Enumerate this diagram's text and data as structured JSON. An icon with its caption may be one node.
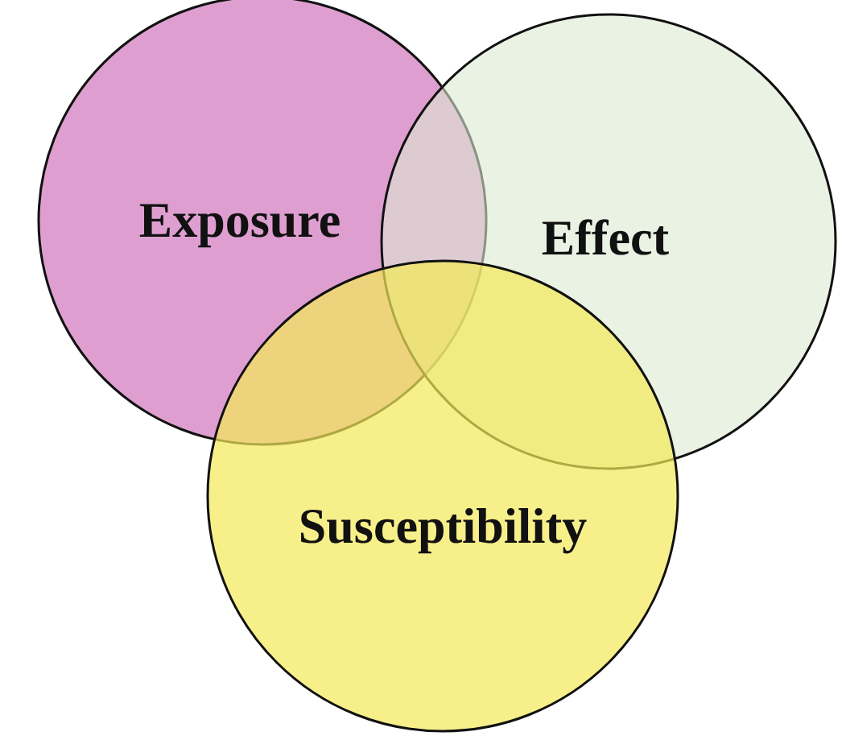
{
  "diagram": {
    "nodes": [
      {
        "text": [
          "Exposure"
        ]
      },
      {
        "text": [
          "Effect"
        ]
      },
      {
        "text": [
          "Susceptibility"
        ]
      }
    ]
  }
}
